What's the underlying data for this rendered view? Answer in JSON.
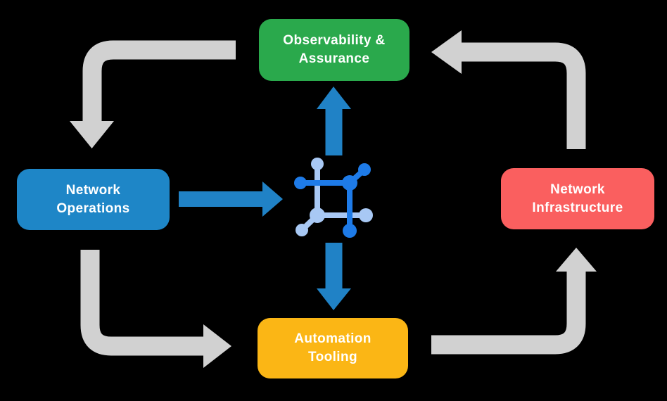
{
  "diagram": {
    "background": "#000000",
    "nodes": [
      {
        "id": "observability-assurance",
        "line1": "Observability &",
        "line2": "Assurance",
        "color": "#2AA94C"
      },
      {
        "id": "network-operations",
        "line1": "Network",
        "line2": "Operations",
        "color": "#1E86C7"
      },
      {
        "id": "network-infrastructure",
        "line1": "Network",
        "line2": "Infrastructure",
        "color": "#FA5F5F"
      },
      {
        "id": "automation-tooling",
        "line1": "Automation",
        "line2": "Tooling",
        "color": "#FBB615"
      }
    ],
    "center_icon": {
      "name": "network-mesh-icon",
      "color_dark": "#1E7BE8",
      "color_light": "#A8C8F4"
    },
    "flow_arrow_color": "#2082C6",
    "cycle_arrow_color": "#D1D1D1"
  }
}
